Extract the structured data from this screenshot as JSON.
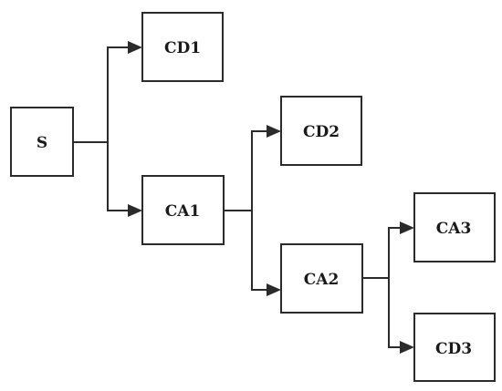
{
  "diagram": {
    "nodes": {
      "s": "S",
      "cd1": "CD1",
      "ca1": "CA1",
      "cd2": "CD2",
      "ca2": "CA2",
      "ca3": "CA3",
      "cd3": "CD3"
    },
    "edges": [
      {
        "from": "S",
        "to": "CD1"
      },
      {
        "from": "S",
        "to": "CA1"
      },
      {
        "from": "CA1",
        "to": "CD2"
      },
      {
        "from": "CA1",
        "to": "CA2"
      },
      {
        "from": "CA2",
        "to": "CA3"
      },
      {
        "from": "CA2",
        "to": "CD3"
      }
    ],
    "colors": {
      "stroke": "#2b2b2b",
      "text": "#1a1a1a",
      "background": "#ffffff"
    }
  }
}
